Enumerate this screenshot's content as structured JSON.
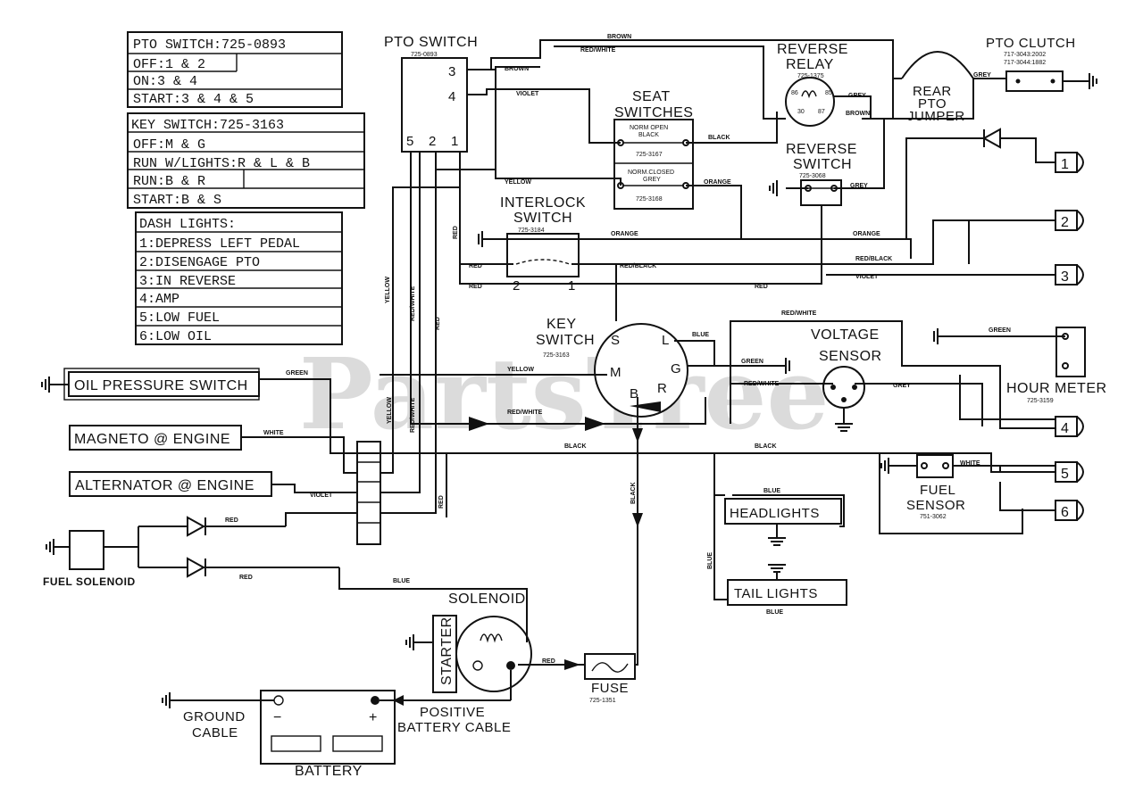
{
  "watermark": "PartsTree",
  "tables": {
    "pto": [
      "PTO SWITCH:725-0893",
      "OFF:1 & 2",
      "ON:3 & 4",
      "START:3 & 4 & 5"
    ],
    "key": [
      "KEY SWITCH:725-3163",
      "OFF:M & G",
      "RUN W/LIGHTS:R & L & B",
      "RUN:B & R",
      "START:B & S"
    ],
    "dash": [
      "DASH LIGHTS:",
      "1:DEPRESS LEFT PEDAL",
      "2:DISENGAGE PTO",
      "3:IN REVERSE",
      "4:AMP",
      "5:LOW FUEL",
      "6:LOW OIL"
    ]
  },
  "components": {
    "pto_switch": {
      "name": "PTO SWITCH",
      "part": "725-0893",
      "pins": [
        "3",
        "4",
        "5",
        "2",
        "1"
      ]
    },
    "seat_switches": {
      "name1": "SEAT",
      "name2": "SWITCHES",
      "sw1a": "NORM OPEN",
      "sw1b": "BLACK",
      "sw1p": "725-3167",
      "sw2a": "NORM.CLOSED",
      "sw2b": "GREY",
      "sw2p": "725-3168"
    },
    "reverse_relay": {
      "name1": "REVERSE",
      "name2": "RELAY",
      "part": "725-1375",
      "t86": "86",
      "t85": "85",
      "t30": "30",
      "t87": "87"
    },
    "pto_clutch": {
      "name": "PTO CLUTCH",
      "p1": "717-3043:2002",
      "p2": "717-3044:1882"
    },
    "rear_pto": {
      "l1": "REAR",
      "l2": "PTO",
      "l3": "JUMPER"
    },
    "reverse_switch": {
      "name1": "REVERSE",
      "name2": "SWITCH",
      "part": "725-3068"
    },
    "interlock": {
      "name1": "INTERLOCK",
      "name2": "SWITCH",
      "part": "725-3184",
      "p2": "2",
      "p1": "1"
    },
    "key_switch": {
      "name1": "KEY",
      "name2": "SWITCH",
      "part": "725-3163",
      "S": "S",
      "L": "L",
      "M": "M",
      "G": "G",
      "B": "B",
      "R": "R"
    },
    "voltage_sensor": {
      "name1": "VOLTAGE",
      "name2": "SENSOR"
    },
    "hour_meter": {
      "name": "HOUR METER",
      "part": "725-3159"
    },
    "fuel_sensor": {
      "name1": "FUEL",
      "name2": "SENSOR",
      "part": "751-3062"
    },
    "headlights": "HEADLIGHTS",
    "tail_lights": "TAIL LIGHTS",
    "oil_pressure": "OIL PRESSURE SWITCH",
    "magneto": "MAGNETO @ ENGINE",
    "alternator": "ALTERNATOR @ ENGINE",
    "fuel_solenoid": "FUEL SOLENOID",
    "solenoid": "SOLENOID",
    "starter": "STARTER",
    "fuse": {
      "name": "FUSE",
      "part": "725-1351"
    },
    "battery": {
      "name": "BATTERY",
      "minus": "−",
      "plus": "+"
    },
    "ground_cable": [
      "GROUND",
      "CABLE"
    ],
    "positive_cable": [
      "POSITIVE",
      "BATTERY CABLE"
    ],
    "lamps": [
      "1",
      "2",
      "3",
      "4",
      "5",
      "6"
    ]
  },
  "wires": {
    "brown": "BROWN",
    "redwhite": "RED/WHITE",
    "violet": "VIOLET",
    "black": "BLACK",
    "grey": "GREY",
    "yellow": "YELLOW",
    "orange": "ORANGE",
    "red": "RED",
    "redblack": "RED/BLACK",
    "blue": "BLUE",
    "green": "GREEN",
    "white": "WHITE"
  }
}
